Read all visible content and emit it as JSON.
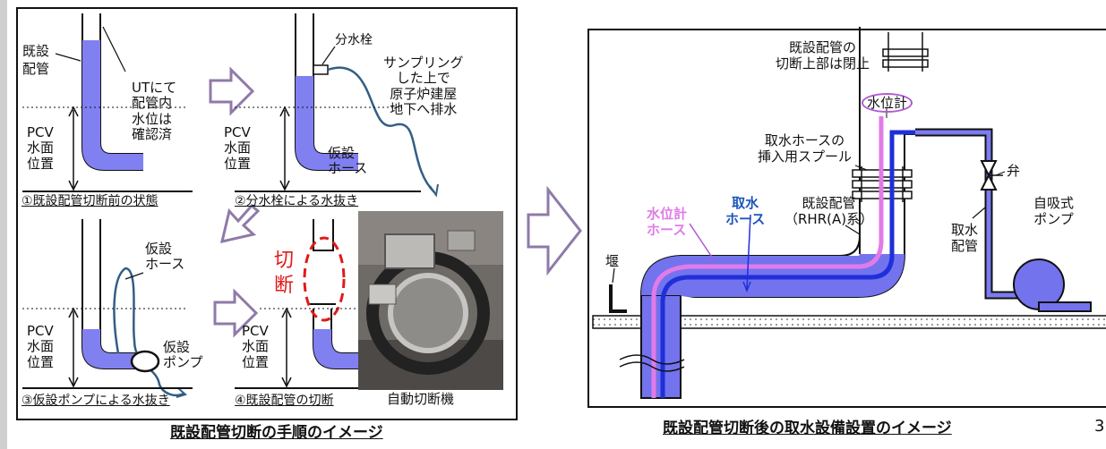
{
  "left": {
    "pcv_1": "PCV",
    "pcv_2": "水面",
    "pcv_3": "位置",
    "temp_1": "仮設",
    "hose": "ホース",
    "step1": {
      "existing_pipe_1": "既設",
      "existing_pipe_2": "配管",
      "ut_1": "UTにて",
      "ut_2": "配管内",
      "ut_3": "水位は",
      "ut_4": "確認済",
      "caption": "①既設配管切断前の状態"
    },
    "step2": {
      "valve": "分水栓",
      "sampling_1": "サンプリング",
      "sampling_2": "した上で",
      "sampling_3": "原子炉建屋",
      "sampling_4": "地下へ排水",
      "caption": "②分水栓による水抜き"
    },
    "step3": {
      "pump": "ポンプ",
      "caption": "③仮設ポンプによる水抜き"
    },
    "step4": {
      "cut_1": "切",
      "cut_2": "断",
      "caption": "④既設配管の切断",
      "machine": "自動切断機"
    },
    "caption": "既設配管切断の手順のイメージ"
  },
  "right": {
    "top_closed_1": "既設配管の",
    "top_closed_2": "切断上部は閉止",
    "level_gauge": "水位計",
    "spool_1": "取水ホースの",
    "spool_2": "挿入用スプール",
    "valve": "弁",
    "pump_1": "自吸式",
    "pump_2": "ポンプ",
    "intake_pipe_1": "取水",
    "intake_pipe_2": "配管",
    "level_hose_1": "水位計",
    "level_hose_2": "ホース",
    "intake_hose_1": "取水",
    "intake_hose_2": "ホース",
    "existing_pipe_1": "既設配管",
    "existing_pipe_2": "（RHR(A)系）",
    "weir": "堰",
    "caption": "既設配管切断後の取水設備設置のイメージ"
  },
  "page_number": "3",
  "colors": {
    "water": "#8080f0",
    "hose_blue": "#1f2fd9",
    "gauge_pink": "#e07be8",
    "cut_red": "#e01a1a",
    "arrow": "#8f7aa8"
  }
}
